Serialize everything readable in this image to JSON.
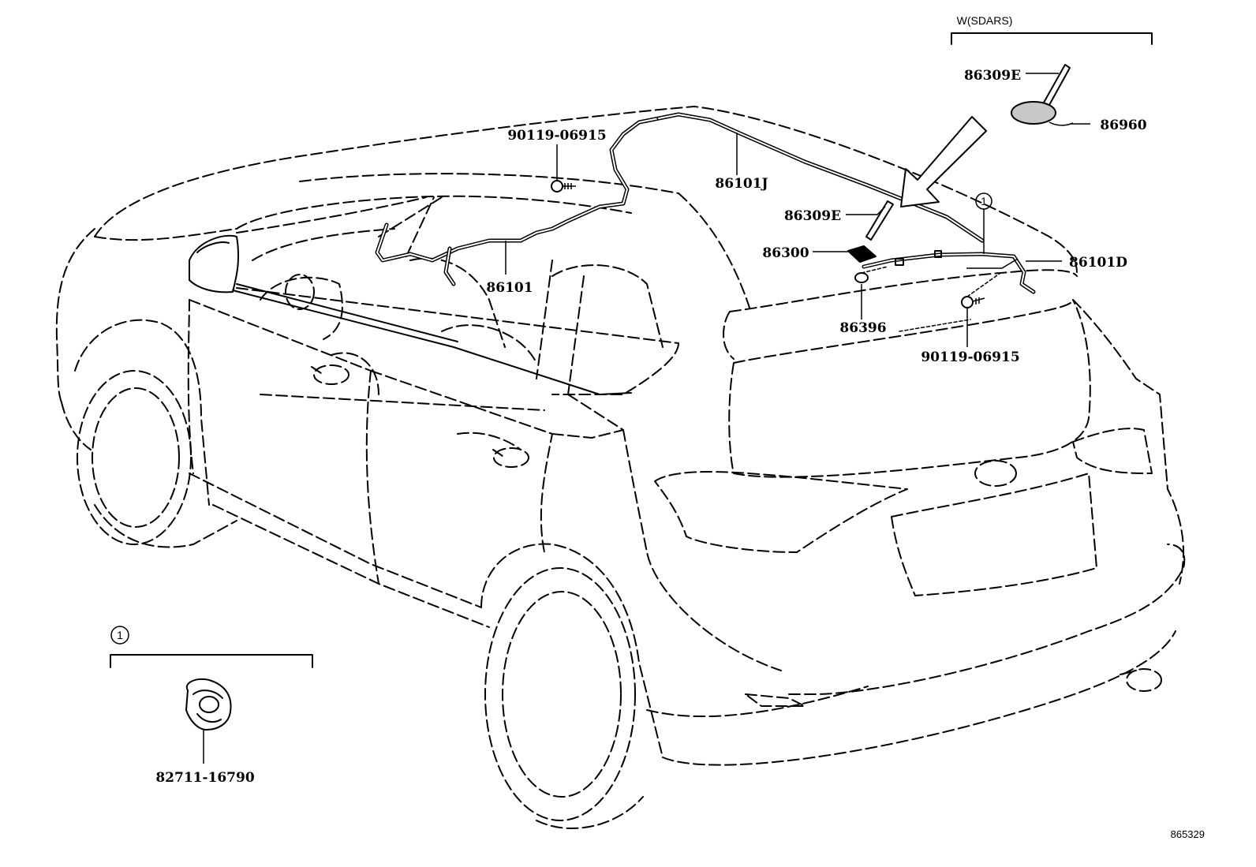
{
  "labels": {
    "p_90119_06915_top": "90119-06915",
    "p_86101J": "86101J",
    "p_86101": "86101",
    "p_86309E_top": "86309E",
    "p_86960": "86960",
    "p_86309E_mid": "86309E",
    "p_86300": "86300",
    "p_86101D": "86101D",
    "p_86396": "86396",
    "p_90119_06915_bottom": "90119-06915",
    "p_82711_16790": "82711-16790"
  },
  "callouts": {
    "bracket_top_caption": "W(SDARS)",
    "circle_ref": "1"
  },
  "figure_ref": "865329"
}
